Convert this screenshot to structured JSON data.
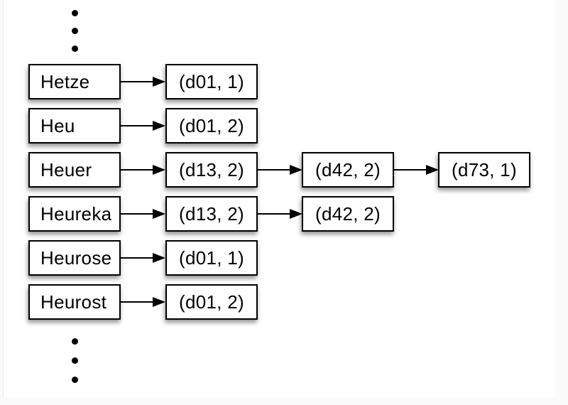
{
  "diagram": {
    "rows": [
      {
        "term": "Hetze",
        "postings": [
          "(d01, 1)"
        ]
      },
      {
        "term": "Heu",
        "postings": [
          "(d01, 2)"
        ]
      },
      {
        "term": "Heuer",
        "postings": [
          "(d13, 2)",
          "(d42, 2)",
          "(d73, 1)"
        ]
      },
      {
        "term": "Heureka",
        "postings": [
          "(d13, 2)",
          "(d42, 2)"
        ]
      },
      {
        "term": "Heurose",
        "postings": [
          "(d01, 1)"
        ]
      },
      {
        "term": "Heurost",
        "postings": [
          "(d01, 2)"
        ]
      }
    ],
    "ellipsis": {
      "top_dots": 3,
      "bottom_dots": 3
    },
    "colors": {
      "page_background": "#fafafa",
      "slide_background": "#ffffff",
      "box_fill": "#ffffff",
      "box_border": "#000000",
      "arrow": "#000000",
      "text": "#000000"
    }
  }
}
